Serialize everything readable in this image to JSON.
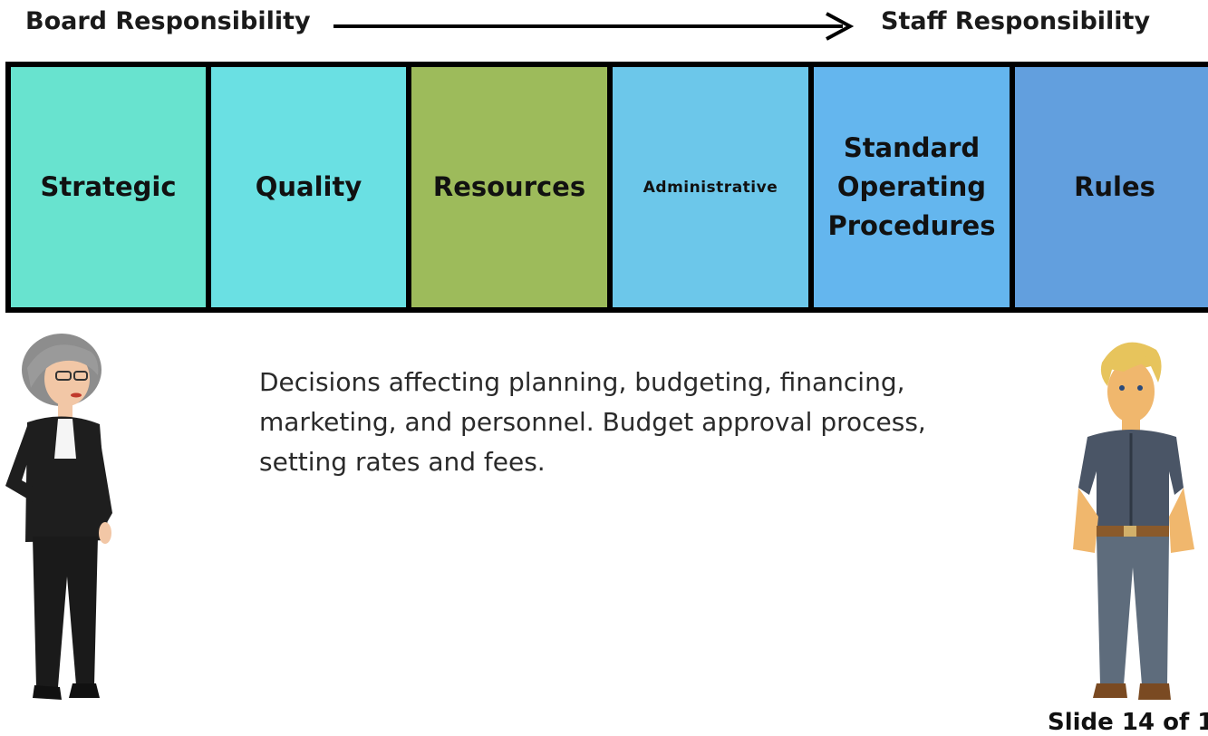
{
  "header": {
    "left_label": "Board Responsibility",
    "right_label": "Staff Responsibility"
  },
  "tiles": [
    {
      "label": "Strategic",
      "color": "#68e3cf"
    },
    {
      "label": "Quality",
      "color": "#6ae0e3"
    },
    {
      "label": "Resources",
      "color": "#9dbb5b",
      "selected": true
    },
    {
      "label": "Administrative",
      "color": "#6cc7ea"
    },
    {
      "label": "Standard Operating Procedures",
      "color": "#64b6ee"
    },
    {
      "label": "Rules",
      "color": "#629fde"
    }
  ],
  "description": "Decisions affecting planning, budgeting, financing, marketing, and personnel. Budget approval process, setting rates and fees.",
  "footer": {
    "slide_counter": "Slide 14 of 1"
  }
}
